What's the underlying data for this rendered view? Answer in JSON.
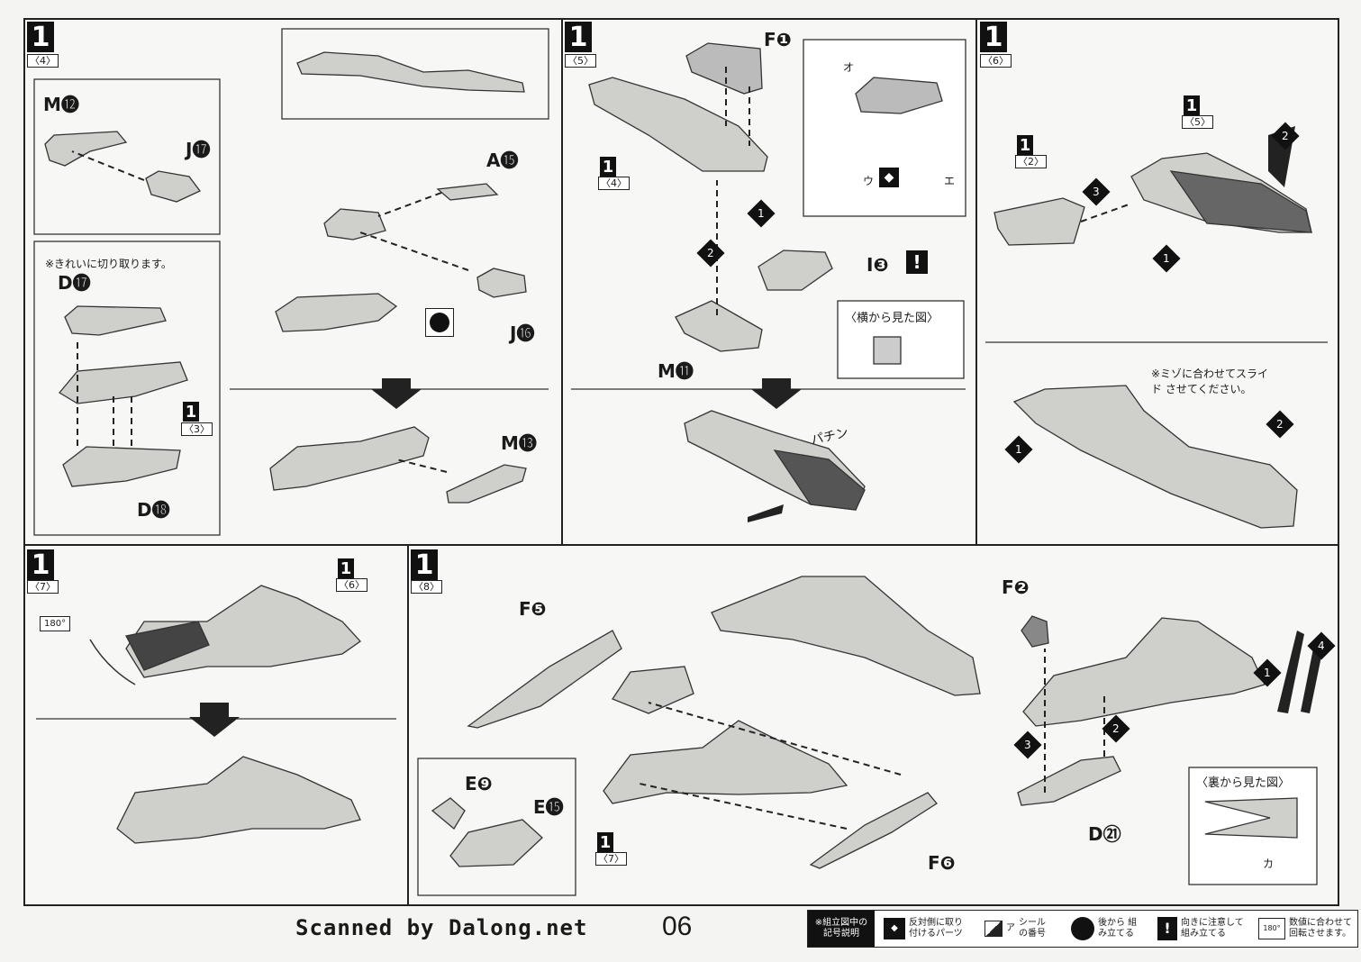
{
  "footer": {
    "scan_credit": "Scanned by Dalong.net",
    "page_number": "06"
  },
  "panels": {
    "p4": {
      "step": "1",
      "sub": "〈4〉",
      "note": "※きれいに切り取ります。",
      "labels": [
        "M⓬",
        "J⓱",
        "D⓱",
        "D⓲",
        "A⓯",
        "J⓰",
        "M⓭"
      ],
      "ref": "〈3〉"
    },
    "p5": {
      "step": "1",
      "sub": "〈5〉",
      "labels": [
        "F❶",
        "I❸",
        "M⓫"
      ],
      "ref": "〈4〉",
      "side_view": "〈横から見た図〉",
      "sound": "パチン",
      "stickers": [
        "オ",
        "ウ",
        "エ"
      ]
    },
    "p6": {
      "step": "1",
      "sub": "〈6〉",
      "ref_a": "〈2〉",
      "ref_b": "〈5〉",
      "note": "※ミゾに合わせてスライド させてください。"
    },
    "p7": {
      "step": "1",
      "sub": "〈7〉",
      "ref": "〈6〉",
      "rotate": "180°"
    },
    "p8": {
      "step": "1",
      "sub": "〈8〉",
      "ref": "〈7〉",
      "labels": [
        "F❺",
        "F❻",
        "E❾",
        "E⓯",
        "F❷",
        "D㉑"
      ],
      "back_view": "〈裏から見た図〉",
      "sticker": "カ"
    }
  },
  "legend": {
    "title": "※組立図中の 記号説明",
    "items": [
      {
        "icon": "mirror-parts-icon",
        "text": "反対側に取り 付けるパーツ"
      },
      {
        "icon": "sticker-icon",
        "text": "シール の番号",
        "mark": "ア"
      },
      {
        "icon": "later-assembly-icon",
        "text": "後から 組み立てる"
      },
      {
        "icon": "caution-icon",
        "text": "向きに注意して 組み立てる"
      },
      {
        "icon": "rotate-icon",
        "text": "数値に合わせて 回転させます。",
        "mark": "180°"
      }
    ]
  }
}
